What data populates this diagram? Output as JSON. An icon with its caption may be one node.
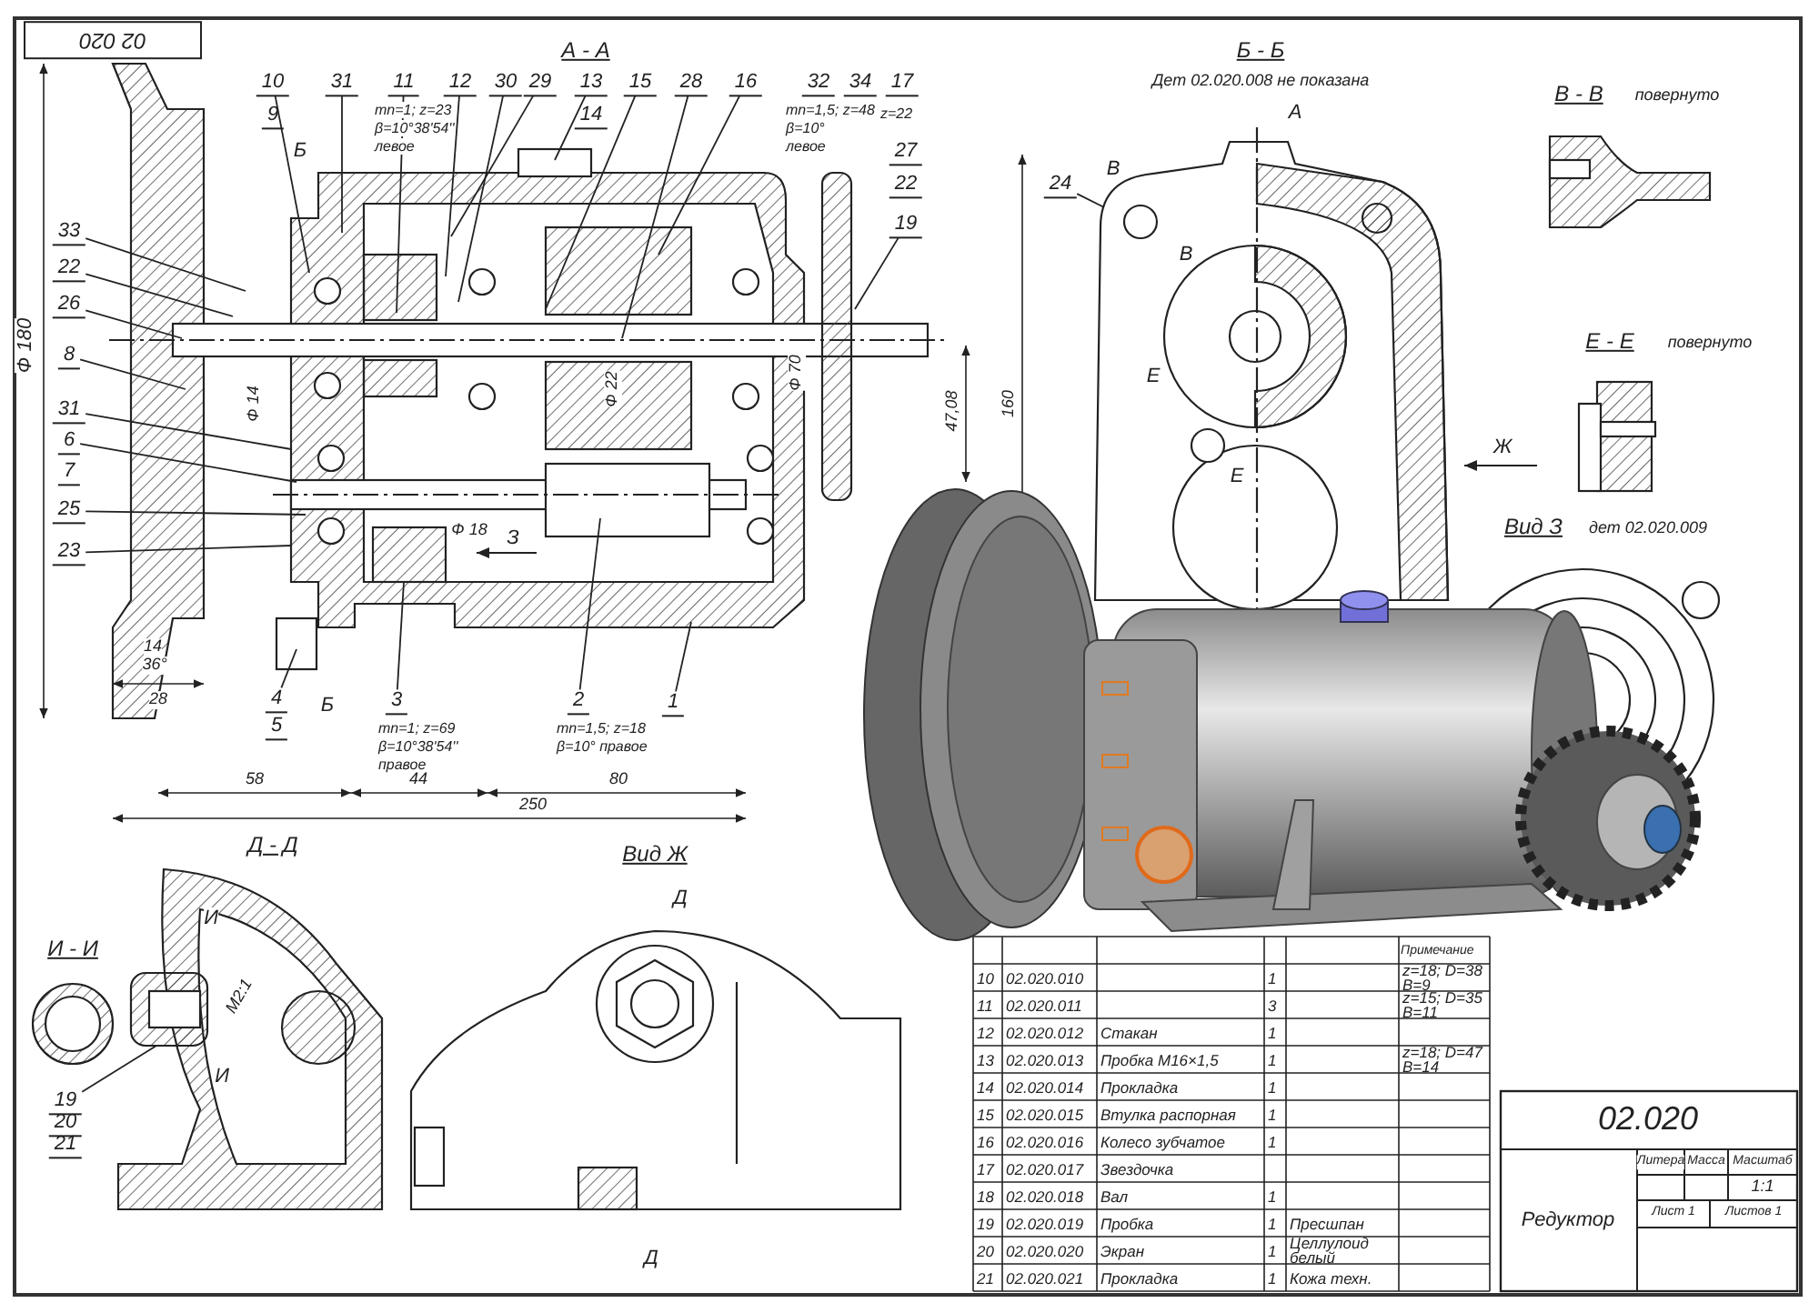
{
  "diagram": {
    "nodes": [
      {
        "text": [
          "33"
        ]
      },
      {
        "text": [
          "22"
        ]
      },
      {
        "text": [
          "26"
        ]
      },
      {
        "text": [
          "8"
        ]
      },
      {
        "text": [
          "31"
        ]
      },
      {
        "text": [
          "6"
        ]
      },
      {
        "text": [
          "7"
        ]
      },
      {
        "text": [
          "25"
        ]
      },
      {
        "text": [
          "23"
        ]
      },
      {
        "text": [
          "10"
        ]
      },
      {
        "text": [
          "9"
        ]
      },
      {
        "text": [
          "31"
        ]
      },
      {
        "text": [
          "11"
        ],
        "beside": [
          "mn=1; z=23",
          "β=10°38'54''",
          "левое"
        ]
      },
      {
        "text": [
          "12"
        ]
      },
      {
        "text": [
          "30"
        ]
      },
      {
        "text": [
          "29"
        ]
      },
      {
        "text": [
          "13"
        ]
      },
      {
        "text": [
          "14"
        ]
      },
      {
        "text": [
          "15"
        ]
      },
      {
        "text": [
          "28"
        ]
      },
      {
        "text": [
          "16"
        ],
        "beside": [
          "mn=1,5; z=48",
          "β=10°",
          "левое"
        ]
      },
      {
        "text": [
          "32"
        ]
      },
      {
        "text": [
          "34"
        ]
      },
      {
        "text": [
          "17"
        ],
        "beside": [
          "z=22"
        ]
      },
      {
        "text": [
          "27"
        ]
      },
      {
        "text": [
          "22"
        ]
      },
      {
        "text": [
          "19"
        ]
      },
      {
        "text": [
          "4"
        ]
      },
      {
        "text": [
          "5"
        ]
      },
      {
        "text": [
          "3"
        ],
        "beside": [
          "mn=1; z=69",
          "β=10°38'54''",
          "правое"
        ]
      },
      {
        "text": [
          "2"
        ],
        "beside": [
          "mn=1,5; z=18",
          "β=10° правое"
        ]
      },
      {
        "text": [
          "1"
        ]
      },
      {
        "text": [
          "24"
        ]
      },
      {
        "text": [
          "19"
        ]
      },
      {
        "text": [
          "20"
        ]
      },
      {
        "text": [
          "21"
        ]
      }
    ],
    "edges": [
      {
        "from": 0,
        "to": null,
        "arrow": "none"
      },
      {
        "from": 1,
        "to": null,
        "arrow": "none"
      },
      {
        "from": 2,
        "to": null,
        "arrow": "none"
      },
      {
        "from": 3,
        "to": null,
        "arrow": "none"
      },
      {
        "from": 4,
        "to": null,
        "arrow": "none"
      },
      {
        "from": 5,
        "to": null,
        "arrow": "none"
      },
      {
        "from": 7,
        "to": null,
        "arrow": "none"
      },
      {
        "from": 8,
        "to": null,
        "arrow": "none"
      },
      {
        "from": 9,
        "to": null,
        "arrow": "none"
      },
      {
        "from": 11,
        "to": null,
        "arrow": "none"
      },
      {
        "from": 12,
        "to": null,
        "arrow": "none"
      },
      {
        "from": 13,
        "to": null,
        "arrow": "none"
      },
      {
        "from": 14,
        "to": null,
        "arrow": "none"
      },
      {
        "from": 15,
        "to": null,
        "arrow": "none"
      },
      {
        "from": 16,
        "to": null,
        "arrow": "none"
      },
      {
        "from": 18,
        "to": null,
        "arrow": "none"
      },
      {
        "from": 19,
        "to": null,
        "arrow": "none"
      },
      {
        "from": 20,
        "to": null,
        "arrow": "none"
      },
      {
        "from": 26,
        "to": null,
        "arrow": "none"
      },
      {
        "from": 27,
        "to": null,
        "arrow": "none"
      },
      {
        "from": 29,
        "to": null,
        "arrow": "none"
      },
      {
        "from": 30,
        "to": null,
        "arrow": "none"
      },
      {
        "from": 31,
        "to": null,
        "arrow": "none"
      },
      {
        "from": 32,
        "to": null,
        "arrow": "none"
      },
      {
        "from": 33,
        "to": null,
        "arrow": "none"
      }
    ],
    "labels": [
      "02 020",
      "А - А",
      "Б",
      "Б",
      "З",
      "Ф 180",
      "Ф 14",
      "Ф 22",
      "Ф 70",
      "Ф 18",
      "14",
      "36°",
      "28",
      "58",
      "44",
      "80",
      "250",
      "47,08",
      "160",
      "Б - Б",
      "Дет 02.020.008 не показана",
      "А",
      "В",
      "В",
      "Е",
      "Е",
      "Ж",
      "В - В",
      "повернуто",
      "Е - Е",
      "повернуто",
      "Вид З",
      "дет 02.020.009",
      "Д - Д",
      "И - И",
      "И",
      "И",
      "М2:1",
      "Вид Ж",
      "Д",
      "Д",
      "Примечание",
      "10",
      "02.020.010",
      "1",
      "z=18; D=38 B=9",
      "11",
      "02.020.011",
      "3",
      "z=15; D=35 B=11",
      "12",
      "02.020.012",
      "Стакан",
      "1",
      "13",
      "02.020.013",
      "Пробка М16×1,5",
      "1",
      "z=18; D=47 B=14",
      "14",
      "02.020.014",
      "Прокладка",
      "1",
      "15",
      "02.020.015",
      "Втулка распорная",
      "1",
      "16",
      "02.020.016",
      "Колесо зубчатое",
      "1",
      "17",
      "02.020.017",
      "Звездочка",
      "18",
      "02.020.018",
      "Вал",
      "1",
      "19",
      "02.020.019",
      "Пробка",
      "1",
      "Пресшпан",
      "20",
      "02.020.020",
      "Экран",
      "1",
      "Целлулоид белый",
      "21",
      "02.020.021",
      "Прокладка",
      "1",
      "Кожа техн.",
      "02.020",
      "Редуктор",
      "Литера",
      "Масса",
      "Масштаб",
      "1:1",
      "Лист 1",
      "Листов 1"
    ]
  }
}
